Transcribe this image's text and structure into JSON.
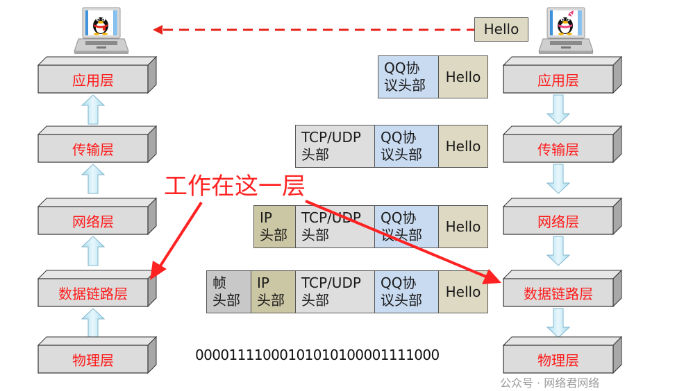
{
  "sender": {
    "icon": "qq-penguin-laptop-icon",
    "layers": [
      {
        "label": "应用层"
      },
      {
        "label": "传输层"
      },
      {
        "label": "网络层"
      },
      {
        "label": "数据链路层"
      },
      {
        "label": "物理层"
      }
    ]
  },
  "receiver": {
    "icon": "qq-penguin-female-laptop-icon",
    "message": "Hello",
    "layers": [
      {
        "label": "应用层"
      },
      {
        "label": "传输层"
      },
      {
        "label": "网络层"
      },
      {
        "label": "数据链路层"
      },
      {
        "label": "物理层"
      }
    ]
  },
  "packets": {
    "application": {
      "qq": "QQ协\n议头部",
      "hello": "Hello"
    },
    "transport": {
      "tcp": "TCP/UDP\n头部",
      "qq": "QQ协\n议头部",
      "hello": "Hello"
    },
    "network": {
      "ip": "IP\n头部",
      "tcp": "TCP/UDP\n头部",
      "qq": "QQ协\n议头部",
      "hello": "Hello"
    },
    "datalink": {
      "frame": "帧\n头部",
      "ip": "IP\n头部",
      "tcp": "TCP/UDP\n头部",
      "qq": "QQ协\n议头部",
      "hello": "Hello"
    }
  },
  "bitstream": "00001111000101010100001111000",
  "annotation": "工作在这一层",
  "watermark": "公众号 · 网络君网络",
  "colors": {
    "layer_text": "#ff1a1a",
    "annotation": "#ff2222",
    "up_arrow": "#cfeefa",
    "frame_header": "#c8c8c8",
    "ip_header": "#cbc6a3",
    "tcp_header": "#dedede",
    "qq_header": "#c9dbf1",
    "hello": "#ddd9c3"
  }
}
